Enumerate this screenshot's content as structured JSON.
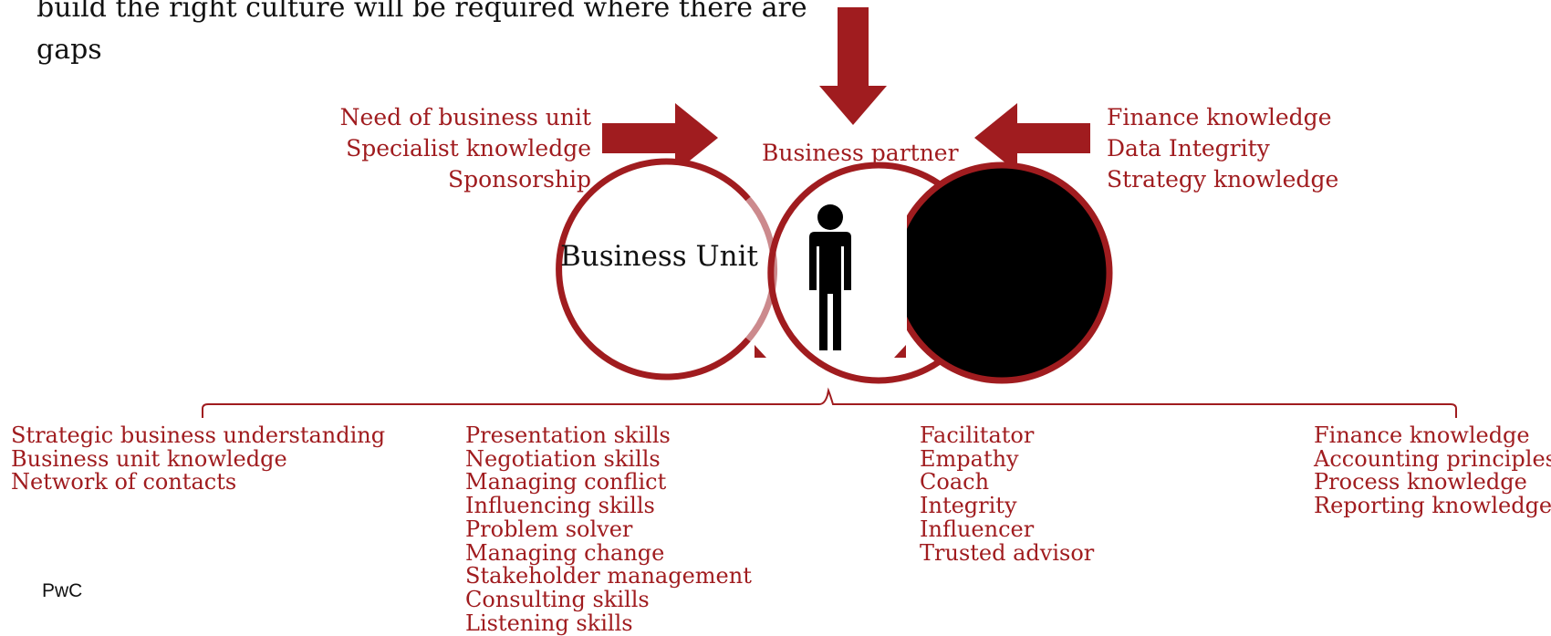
{
  "intro_text": "build the right culture will be required where there are gaps",
  "colors": {
    "accent": "#a01c1f",
    "accent_light": "#cc8a8d",
    "text": "#111111"
  },
  "top_inputs": {
    "left": [
      "Need of business unit",
      "Specialist knowledge",
      "Sponsorship"
    ],
    "center": "Business partner",
    "right": [
      "Finance knowledge",
      "Data Integrity",
      "Strategy knowledge"
    ]
  },
  "circle_left_label": "Business Unit",
  "icons": {
    "person": "person-icon",
    "arrows": [
      "arrow-down-icon",
      "arrow-right-icon",
      "arrow-left-icon"
    ]
  },
  "skill_columns": [
    [
      "Strategic business understanding",
      "Business unit knowledge",
      "Network of contacts"
    ],
    [
      "Presentation skills",
      "Negotiation skills",
      "Managing conflict",
      "Influencing skills",
      "Problem solver",
      "Managing change",
      "Stakeholder management",
      "Consulting skills",
      "Listening skills"
    ],
    [
      "Facilitator",
      "Empathy",
      "Coach",
      "Integrity",
      "Influencer",
      "Trusted advisor"
    ],
    [
      "Finance knowledge",
      "Accounting principles",
      "Process knowledge",
      "Reporting knowledge"
    ]
  ],
  "footer": "PwC"
}
